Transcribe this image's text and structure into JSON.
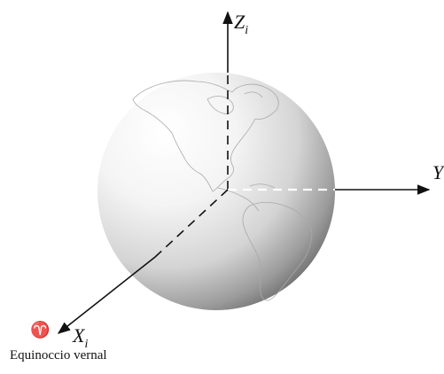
{
  "axes": {
    "z": {
      "letter": "Z",
      "subscript": "i"
    },
    "y": {
      "letter": "Y",
      "subscript": ""
    },
    "x": {
      "letter": "X",
      "subscript": "i"
    }
  },
  "vernal_equinox": {
    "symbol": "♈",
    "caption": "Equinoccio vernal"
  },
  "colors": {
    "axis": "#111111",
    "globe_highlight": "#ffffff",
    "globe_shadow": "#5a5a5a",
    "coastline": "#a9a9a9"
  }
}
